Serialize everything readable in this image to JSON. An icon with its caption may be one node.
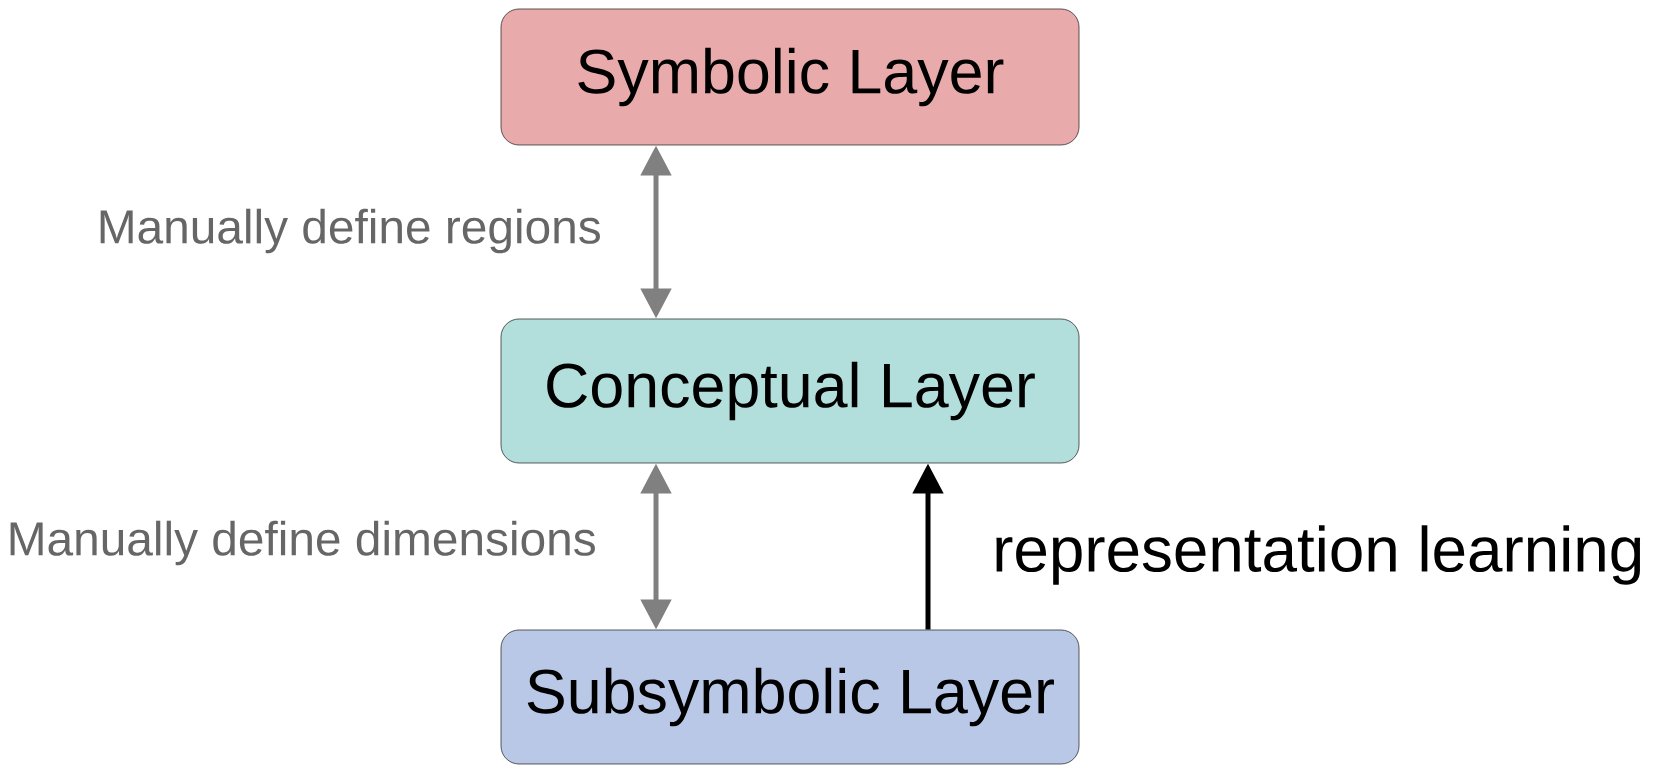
{
  "diagram": {
    "nodes": [
      {
        "text": [
          "Symbolic Layer"
        ]
      },
      {
        "text": [
          "Conceptual Layer"
        ]
      },
      {
        "text": [
          "Subsymbolic Layer"
        ]
      }
    ],
    "edges": [
      {
        "from": 1,
        "to": 0,
        "arrow": "both",
        "label": "Manually define regions"
      },
      {
        "from": 2,
        "to": 1,
        "arrow": "both",
        "label": "Manually define dimensions"
      },
      {
        "from": 2,
        "to": 1,
        "arrow": "to",
        "label": "representation learning",
        "color": "#000000"
      }
    ]
  }
}
